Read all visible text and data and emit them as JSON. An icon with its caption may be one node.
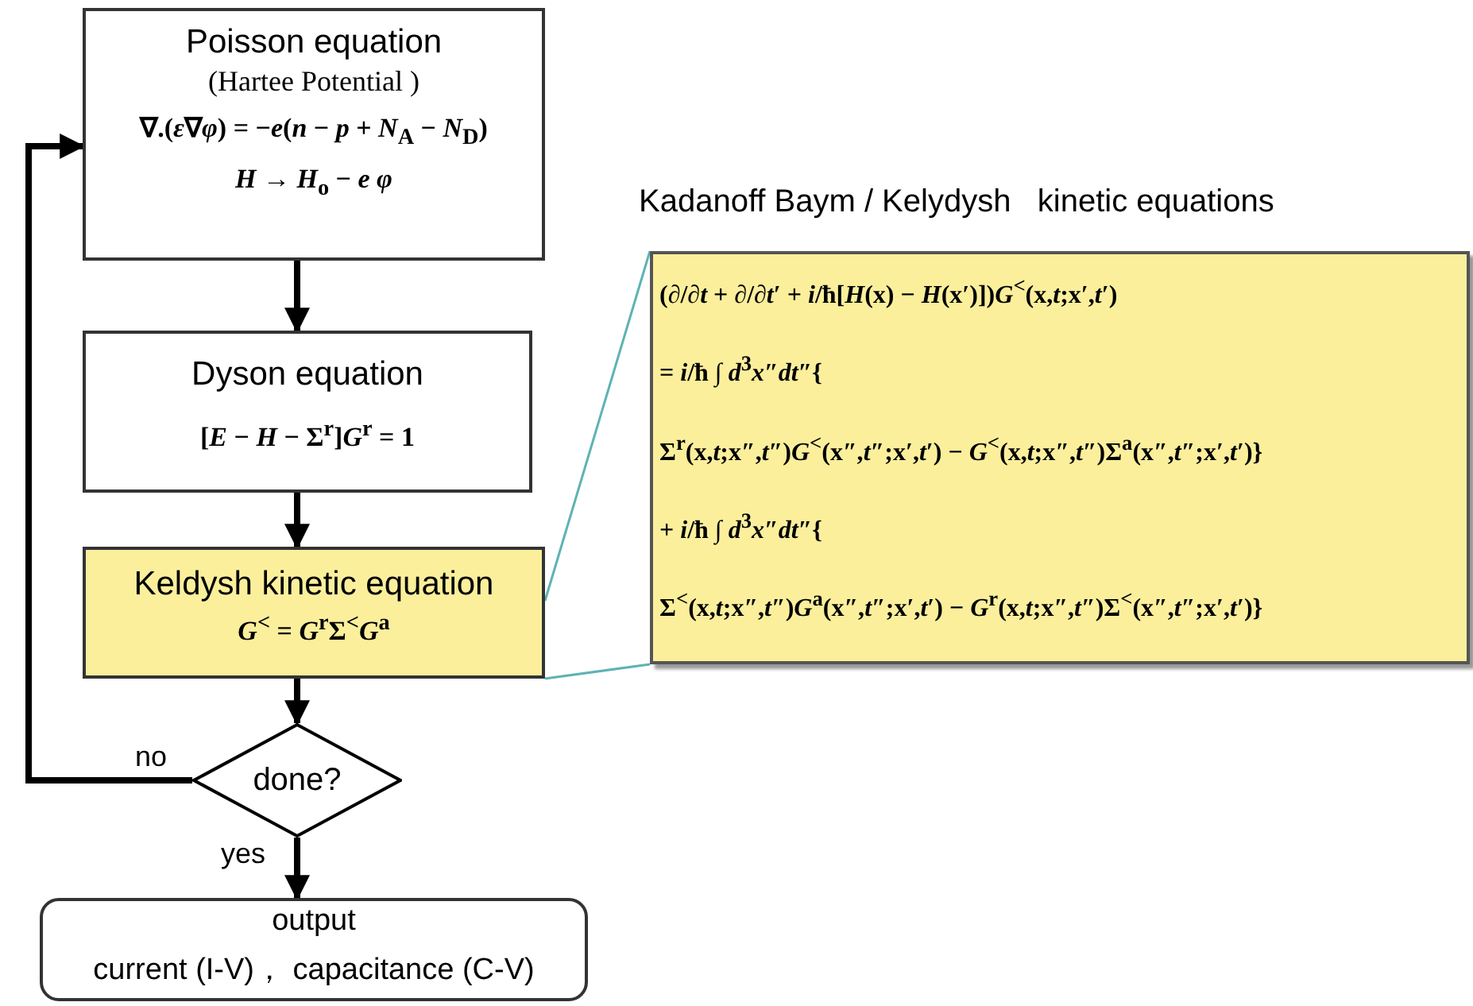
{
  "diagram": {
    "nodes": [
      {
        "text": [
          "Poisson equation",
          "(Hartee Potential )",
          "∇.(*ε*∇*φ*) = −*e*(*n* − *p* + *N*$_{A}$ − *N*$_{D}$)",
          "*H* → *H*$_{o}$ − *e* *φ*"
        ]
      },
      {
        "text": [
          "Dyson equation",
          "[*E* − *H* − Σ$^{r}$]*G*$^{r}$ = 1"
        ]
      },
      {
        "text": [
          "Keldysh kinetic equation",
          "*G*$^{<}$ = *G*$^{r}$Σ$^{<}$*G*$^{a}$"
        ]
      },
      {
        "text": [
          "done?"
        ]
      },
      {
        "text": [
          "output",
          "current (I-V)， capacitance (C-V)"
        ]
      },
      {
        "text": [
          "Kadanoff Baym / Kelydysh   kinetic equations",
          "(∂/∂*t* + ∂/∂*t*′ + *i*/ħ[*H*(**x**) − *H*(**x**′)])*G*$^{<}$(**x**,*t*;**x**′,*t*′)",
          "= *i*/ħ ∫ *d*$^{3}$*x*″*dt*″{",
          "Σ$^{r}$(**x**,*t*;**x**″,*t*″)*G*$^{<}$(**x**″,*t*″;**x**′,*t*′) − *G*$^{<}$(**x**,*t*;**x**″,*t*″)Σ$^{a}$(**x**″,*t*″;**x**′,*t*′)}",
          "+ *i*/ħ ∫ *d*$^{3}$*x*″*dt*″{",
          "Σ$^{<}$(**x**,*t*;**x**″,*t*″)*G*$^{a}$(**x**″,*t*″;**x**′,*t*′) − *G*$^{r}$(**x**,*t*;**x**″,*t*″)Σ$^{<}$(**x**″,*t*″;**x**′,*t*′)}"
        ]
      }
    ],
    "edges": [
      {
        "from": 0,
        "to": 1,
        "arrow": "to"
      },
      {
        "from": 1,
        "to": 2,
        "arrow": "to"
      },
      {
        "from": 2,
        "to": 3,
        "arrow": "to"
      },
      {
        "from": 3,
        "to": 4,
        "label": "yes",
        "arrow": "to"
      },
      {
        "from": 3,
        "to": 0,
        "label": "no",
        "arrow": "to"
      },
      {
        "from": 2,
        "to": 5,
        "arrow": "none",
        "color": "#5fb3b3"
      },
      {
        "from": 2,
        "to": 5,
        "arrow": "none",
        "color": "#5fb3b3"
      }
    ]
  }
}
